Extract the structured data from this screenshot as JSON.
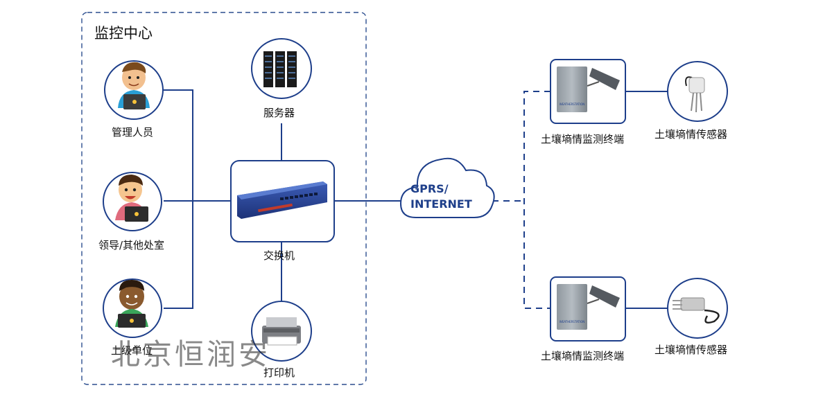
{
  "title": "监控中心",
  "nodes": {
    "manager": "管理人员",
    "leader": "领导/其他处室",
    "superior": "上级单位",
    "server": "服务器",
    "switch": "交换机",
    "printer": "打印机",
    "terminal_top": "土壤墒情监测终端",
    "sensor_top": "土壤墒情传感器",
    "terminal_bottom": "土壤墒情监测终端",
    "sensor_bottom": "土壤墒情传感器"
  },
  "cloud": {
    "line1": "GPRS/",
    "line2": "INTERNET"
  },
  "terminal_brand": "WEATHERSTATION",
  "watermark": "北京恒润安",
  "colors": {
    "line": "#1d3e8a",
    "accent_blue": "#2d4fa0"
  }
}
